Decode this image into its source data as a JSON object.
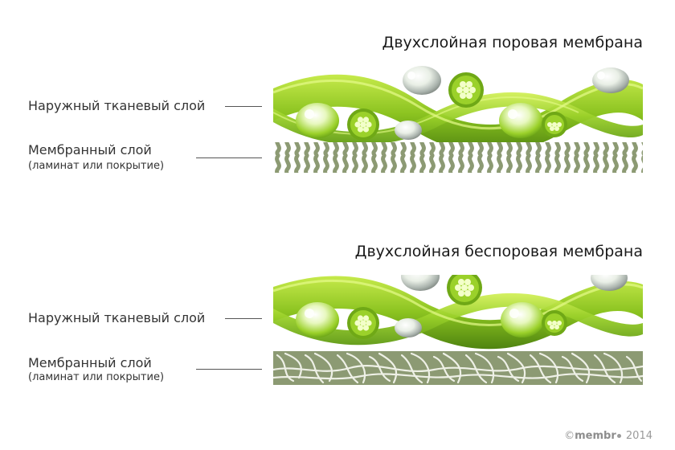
{
  "panels": [
    {
      "title": "Двухслойная поровая мембрана",
      "outer_label": "Наружный тканевый слой",
      "membrane_label": "Мембранный слой",
      "membrane_sublabel": "(ламинат или покрытие)",
      "membrane_pattern": "pores-wavy"
    },
    {
      "title": "Двухслойная беспоровая мембрана",
      "outer_label": "Наружный тканевый слой",
      "membrane_label": "Мембранный слой",
      "membrane_sublabel": "(ламинат или покрытие)",
      "membrane_pattern": "non-porous-network"
    }
  ],
  "footer": {
    "copyright": "©",
    "brand": "membr",
    "year": "2014"
  },
  "colors": {
    "fabric_green": "#8bc320",
    "fabric_green_light": "#b7e33a",
    "fabric_green_dark": "#5f9a12",
    "membrane_olive": "#8c9a73",
    "membrane_olive_light": "#a8b08e"
  }
}
